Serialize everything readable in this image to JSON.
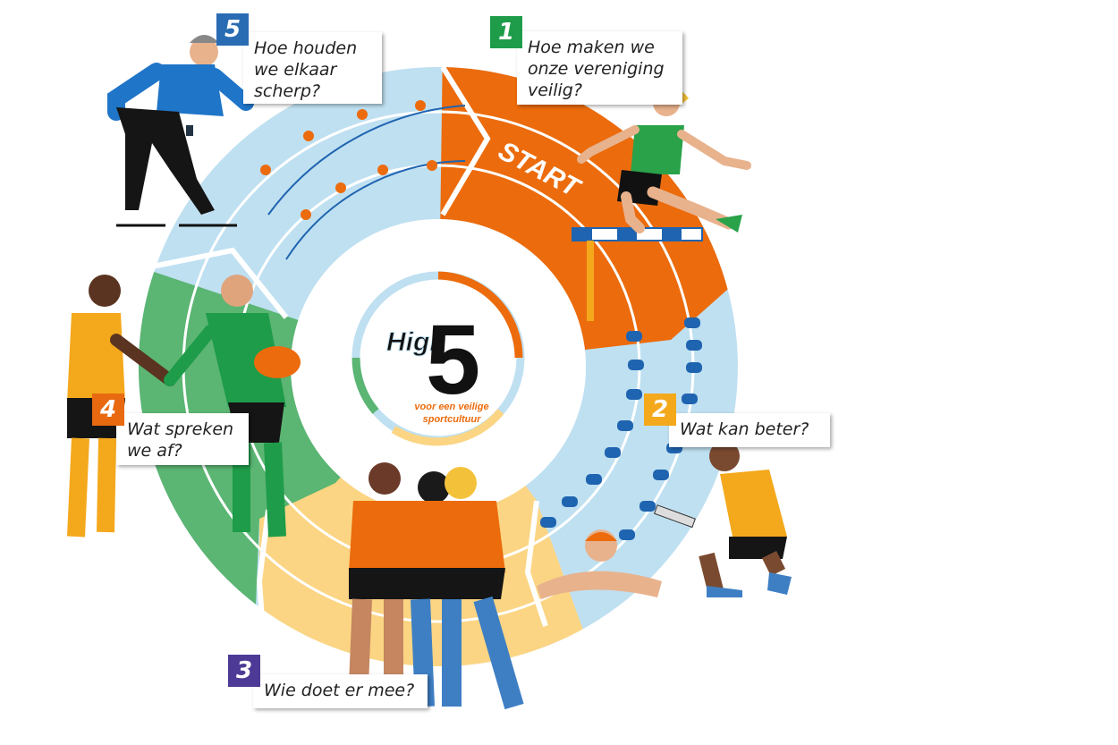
{
  "logo": {
    "high": "High",
    "five": "5",
    "line1": "voor een veilige",
    "line2": "sportcultuur"
  },
  "start_label": "START",
  "steps": [
    {
      "number": "1",
      "question": "Hoe maken we\nonze vereniging\nveilig?",
      "color": "#1e9c4a"
    },
    {
      "number": "2",
      "question": "Wat kan beter?",
      "color": "#f4a81c"
    },
    {
      "number": "3",
      "question": "Wie doet er mee?",
      "color": "#4d3a96"
    },
    {
      "number": "4",
      "question": "Wat spreken\nwe af?",
      "color": "#e8690f"
    },
    {
      "number": "5",
      "question": "Hoe houden\nwe elkaar\nscherp?",
      "color": "#2a6cb3"
    }
  ],
  "colors": {
    "orange": "#ec6b0c",
    "lightblue": "#bfe0f1",
    "green": "#5bb573",
    "yellow": "#fbd583",
    "blue": "#1f64b0"
  }
}
